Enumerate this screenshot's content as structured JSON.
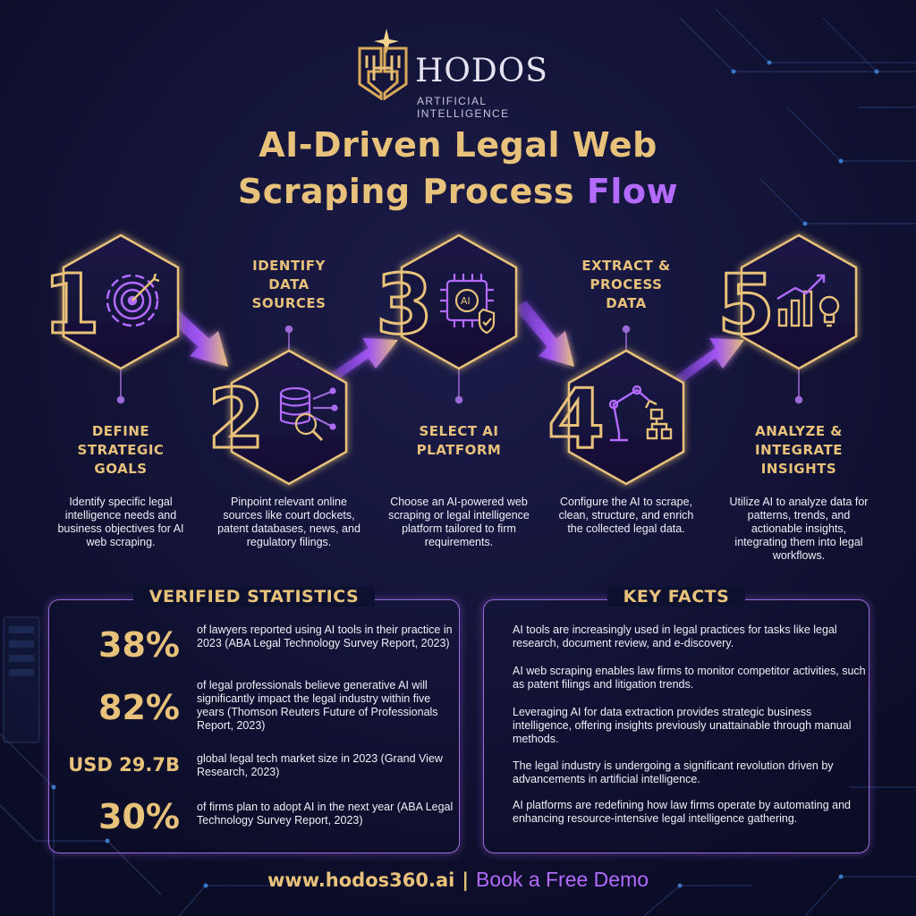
{
  "brand": {
    "name": "HODOS",
    "tagline": "ARTIFICIAL INTELLIGENCE"
  },
  "title": {
    "line1": "AI-Driven Legal Web",
    "line2_a": "Scraping Process",
    "line2_b": "Flow"
  },
  "colors": {
    "background": "#0d0f2b",
    "gold": "#e8c27a",
    "purple": "#b36bff",
    "panel_border": "#9c6ad6"
  },
  "steps": [
    {
      "number": "1",
      "label": "DEFINE\nSTRATEGIC\nGOALS",
      "icon": "gear-target-icon",
      "description": "Identify specific legal intelligence needs and business objectives for AI web scraping."
    },
    {
      "number": "2",
      "label": "IDENTIFY\nDATA\nSOURCES",
      "icon": "database-search-icon",
      "description": "Pinpoint relevant online sources like court dockets, patent databases, news, and regulatory filings."
    },
    {
      "number": "3",
      "label": "SELECT AI\nPLATFORM",
      "icon": "ai-chip-icon",
      "description": "Choose an AI-powered web scraping or legal intelligence platform tailored to firm requirements."
    },
    {
      "number": "4",
      "label": "EXTRACT &\nPROCESS\nDATA",
      "icon": "robot-arm-icon",
      "description": "Configure the AI to scrape, clean, structure, and enrich the collected legal data."
    },
    {
      "number": "5",
      "label": "ANALYZE &\nINTEGRATE\nINSIGHTS",
      "icon": "chart-lightbulb-icon",
      "description": "Utilize AI to analyze data for patterns, trends, and actionable insights, integrating them into legal workflows."
    }
  ],
  "stats": {
    "heading": "VERIFIED STATISTICS",
    "items": [
      {
        "value": "38%",
        "text": "of lawyers reported using AI tools in their practice in 2023 (ABA Legal Technology Survey Report, 2023)"
      },
      {
        "value": "82%",
        "text": "of legal professionals believe generative AI will significantly impact the legal industry within five years (Thomson Reuters Future of Professionals Report, 2023)"
      },
      {
        "value": "USD 29.7B",
        "text": "global legal tech market size in 2023 (Grand View Research, 2023)"
      },
      {
        "value": "30%",
        "text": "of firms plan to adopt AI in the next year (ABA Legal Technology Survey Report, 2023)"
      }
    ]
  },
  "facts": {
    "heading": "KEY FACTS",
    "items": [
      "AI tools are increasingly used in legal practices for tasks like legal research, document review, and e-discovery.",
      "AI web scraping enables law firms to monitor competitor activities, such as patent filings and litigation trends.",
      "Leveraging AI for data extraction provides strategic business intelligence, offering insights previously unattainable through manual methods.",
      "The legal industry is undergoing a significant revolution driven by advancements in artificial intelligence.",
      "AI platforms are redefining how law firms operate by automating and enhancing resource-intensive legal intelligence gathering."
    ]
  },
  "footer": {
    "url": "www.hodos360.ai",
    "separator": "|",
    "cta": "Book a Free Demo"
  }
}
